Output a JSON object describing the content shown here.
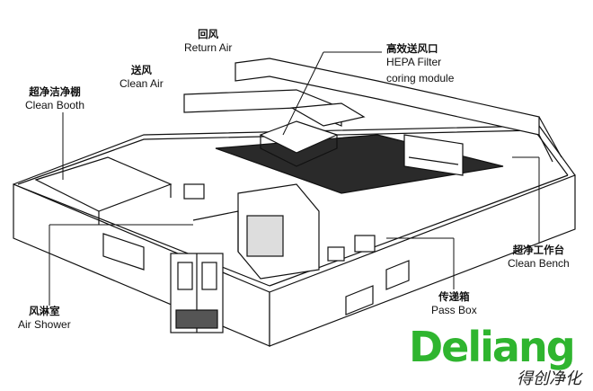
{
  "labels": {
    "return_air": {
      "zh": "回风",
      "en": "Return Air"
    },
    "clean_air": {
      "zh": "送风",
      "en": "Clean Air"
    },
    "hepa": {
      "zh": "高效送风口",
      "en1": "HEPA Filter",
      "en2": "coring module"
    },
    "clean_booth": {
      "zh": "超净洁净棚",
      "en": "Clean Booth"
    },
    "clean_bench": {
      "zh": "超净工作台",
      "en": "Clean Bench"
    },
    "air_shower": {
      "zh": "风淋室",
      "en": "Air Shower"
    },
    "pass_box": {
      "zh": "传递箱",
      "en": "Pass Box"
    }
  },
  "logo": {
    "text": "Deliang",
    "subtitle": "得创净化",
    "color": "#2fb52f"
  }
}
